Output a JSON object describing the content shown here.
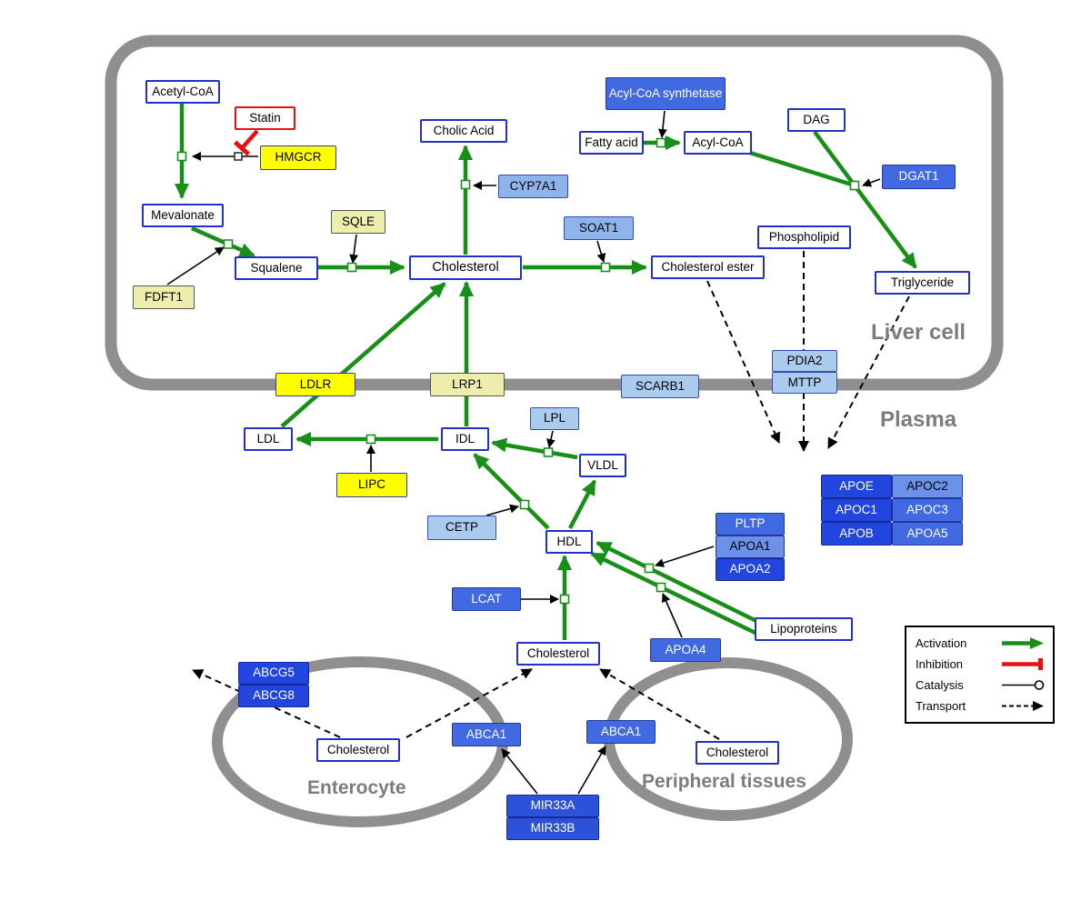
{
  "palette": {
    "activation_green": "#189018",
    "inhibition_red": "#e81111",
    "membrane_gray": "#8f8f8f",
    "gene_yellow": "#ffff00",
    "gene_pale_yellow": "#eeeeac",
    "gene_blue_dark": "#2245dd",
    "gene_blue_medium": "#4169e1",
    "gene_blue_light": "#8fb4ec",
    "gene_blue_pale": "#aacbee",
    "metabolite_border_blue": "#2030c8"
  },
  "compartments": {
    "liver": "Liver cell",
    "plasma": "Plasma",
    "enterocyte": "Enterocyte",
    "peripheral_tissues": "Peripheral tissues"
  },
  "legend": {
    "activation": "Activation",
    "inhibition": "Inhibition",
    "catalysis": "Catalysis",
    "transport": "Transport"
  },
  "nodes": {
    "acetyl_coa": "Acetyl-CoA",
    "statin": "Statin",
    "hmgcr": "HMGCR",
    "mevalonate": "Mevalonate",
    "fdft1": "FDFT1",
    "squalene": "Squalene",
    "sqle": "SQLE",
    "cholesterol_liver": "Cholesterol",
    "cholic_acid": "Cholic Acid",
    "cyp7a1": "CYP7A1",
    "soat1": "SOAT1",
    "cholesterol_ester": "Cholesterol ester",
    "acyl_coa_synthetase": "Acyl-CoA synthetase",
    "fatty_acid": "Fatty acid",
    "acyl_coa": "Acyl-CoA",
    "dag": "DAG",
    "dgat1": "DGAT1",
    "phospholipid": "Phospholipid",
    "triglyceride": "Triglyceride",
    "pdia2": "PDIA2",
    "mttp": "MTTP",
    "ldlr": "LDLR",
    "lrp1": "LRP1",
    "scarb1": "SCARB1",
    "ldl": "LDL",
    "idl": "IDL",
    "lpl": "LPL",
    "vldl": "VLDL",
    "lipc": "LIPC",
    "cetp": "CETP",
    "hdl": "HDL",
    "pltp": "PLTP",
    "apoa1": "APOA1",
    "apoa2": "APOA2",
    "lcat": "LCAT",
    "apoa4": "APOA4",
    "lipoproteins": "Lipoproteins",
    "apoe": "APOE",
    "apoc2": "APOC2",
    "apoc1": "APOC1",
    "apoc3": "APOC3",
    "apob": "APOB",
    "apoa5": "APOA5",
    "cholesterol_plasma": "Cholesterol",
    "abcg5": "ABCG5",
    "abcg8": "ABCG8",
    "cholesterol_enterocyte": "Cholesterol",
    "abca1_left": "ABCA1",
    "abca1_right": "ABCA1",
    "cholesterol_peripheral": "Cholesterol",
    "mir33a": "MIR33A",
    "mir33b": "MIR33B"
  }
}
